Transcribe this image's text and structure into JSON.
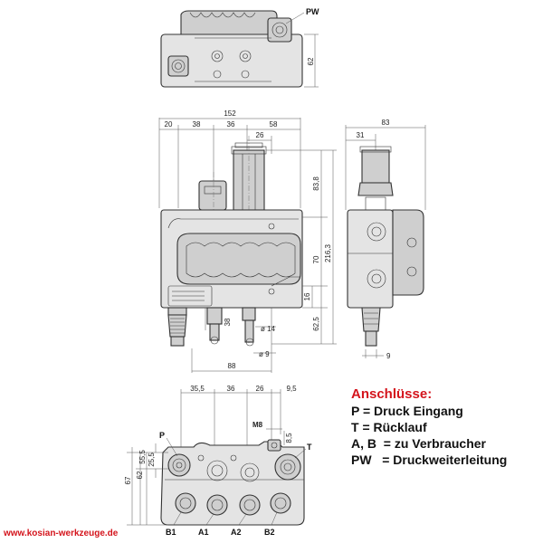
{
  "legend": {
    "title": "Anschlüsse:",
    "lines": [
      "P = Druck Eingang",
      "T = Rücklauf",
      "A, B  = zu Verbraucher",
      "PW   = Druckweiterleitung"
    ]
  },
  "website": "www.kosian-werkzeuge.de",
  "top_view": {
    "port_label": "PW",
    "height_dim": "62"
  },
  "front_view": {
    "dims_top": [
      "152",
      "20",
      "38",
      "36",
      "58",
      "26"
    ],
    "dims_right": [
      "83,8",
      "70",
      "216,3",
      "16",
      "62,5"
    ],
    "dims_bottom": [
      "38",
      "ø 14",
      "ø 9",
      "88"
    ]
  },
  "side_view": {
    "dims": [
      "83",
      "31",
      "9"
    ]
  },
  "bottom_view": {
    "dims_top": [
      "35,5",
      "36",
      "26",
      "9,5"
    ],
    "thread_label": "M8",
    "dims_small": [
      "8,5",
      "25,5",
      "55,5"
    ],
    "dims_left": [
      "67",
      "62"
    ],
    "ports": [
      "P",
      "T",
      "B1",
      "A1",
      "A2",
      "B2"
    ]
  }
}
